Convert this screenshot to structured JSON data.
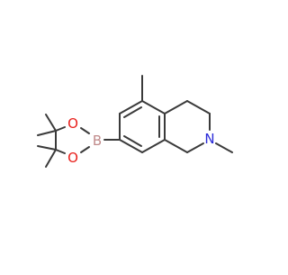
{
  "molecule": {
    "atom_labels": {
      "boron": "B",
      "oxygen_top": "O",
      "oxygen_bottom": "O",
      "nitrogen": "N"
    },
    "colors": {
      "bond": "#3a3a3a",
      "boron": "#c08a8a",
      "oxygen": "#e8201c",
      "nitrogen": "#2a2ad8",
      "background": "#ffffff"
    }
  }
}
